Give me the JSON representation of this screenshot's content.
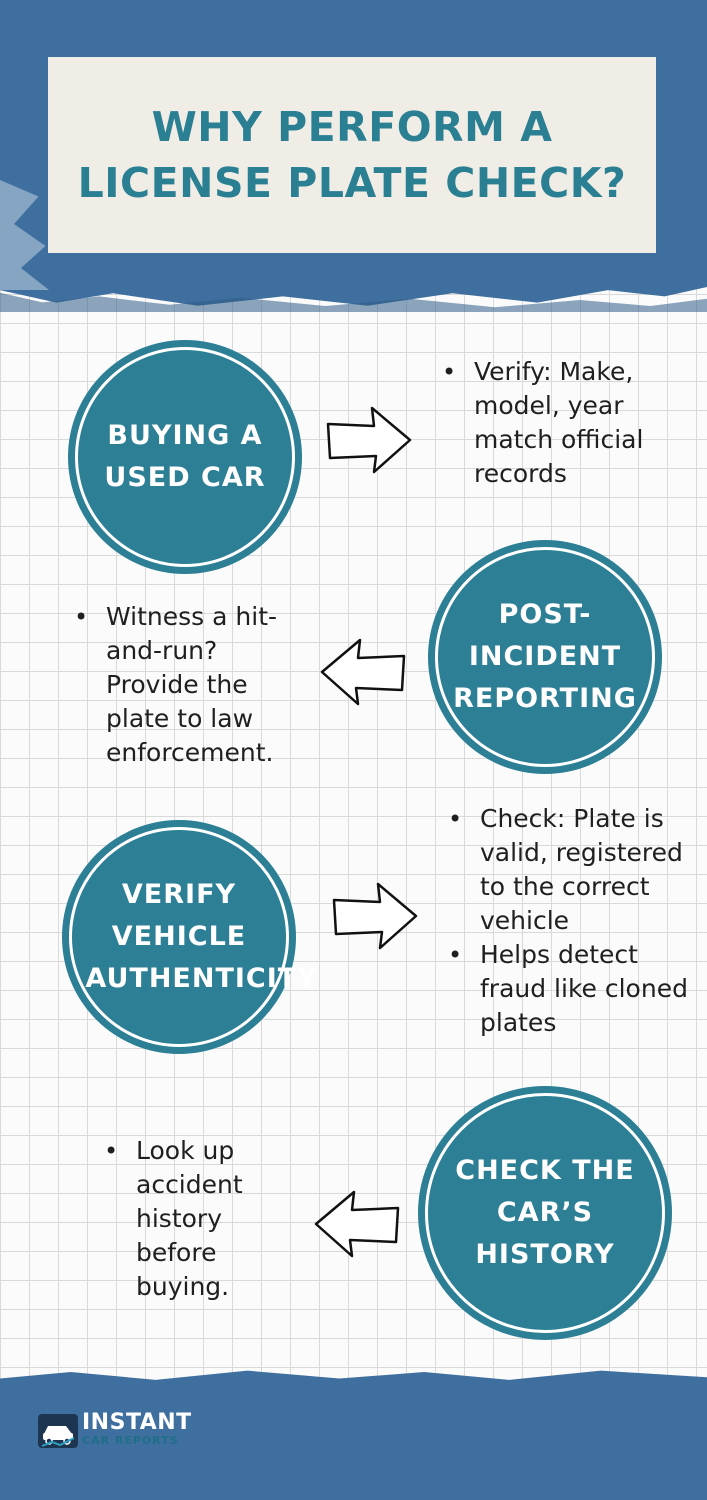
{
  "title": "WHY PERFORM A LICENSE PLATE CHECK?",
  "colors": {
    "accent": "#2c7f94",
    "band": "#3f6f9e",
    "card": "#efede6"
  },
  "sections": [
    {
      "label": "BUYING A USED CAR",
      "direction": "right",
      "bullets": [
        "Verify: Make, model, year match official records"
      ]
    },
    {
      "label": "POST-INCIDENT REPORTING",
      "direction": "left",
      "bullets": [
        "Witness a hit-and-run? Provide the plate to law enforcement."
      ]
    },
    {
      "label": "VERIFY VEHICLE AUTHENTICITY",
      "direction": "right",
      "bullets": [
        "Check: Plate is valid, registered to the correct vehicle",
        "Helps detect fraud like cloned plates"
      ]
    },
    {
      "label": "CHECK THE CAR’S HISTORY",
      "direction": "left",
      "bullets": [
        "Look up accident history before buying."
      ]
    }
  ],
  "logo": {
    "word": "INSTANT",
    "sub": "CAR REPORTS",
    "icon": "car-logo-icon"
  }
}
